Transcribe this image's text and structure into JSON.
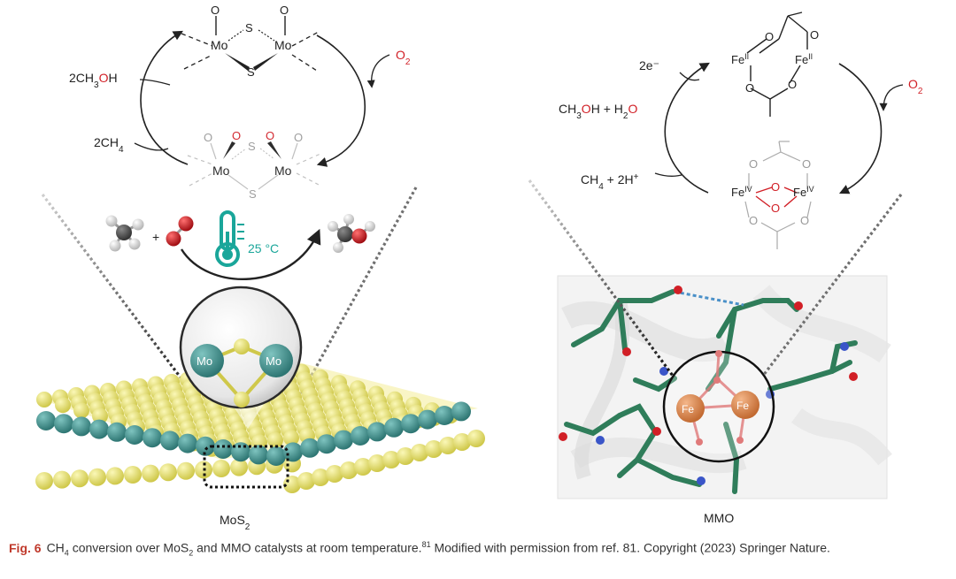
{
  "mos2_panel": {
    "left_top_product": "2CH3OH",
    "left_reactant": "2CH4",
    "oxidant": "O2",
    "mo_label": "Mo",
    "s_label": "S",
    "o_label": "O",
    "temperature": "25 °C",
    "catalyst_label": "MoS2",
    "catalyst_label_sub": "2"
  },
  "mmo_panel": {
    "electrons": "2e⁻",
    "product": "CH3OH + H2O",
    "reactant": "CH4 + 2H+",
    "oxidant": "O2",
    "fe_ii": "Fe",
    "fe_ii_sup": "II",
    "fe_iv": "Fe",
    "fe_iv_sup": "IV",
    "fe_active": "Fe",
    "enzyme_label": "MMO"
  },
  "caption": {
    "fig_number": "Fig. 6",
    "text_part1": "CH",
    "text_sub": "4",
    "text_part2": " conversion over MoS",
    "text_sub2": "2",
    "text_part3": " and MMO catalysts at room temperature.",
    "ref_sup": "81",
    "text_part4": " Modified with permission from ref. 81. Copyright (2023) Springer Nature."
  },
  "colors": {
    "sulfur": "#e3dd62",
    "molybdenum": "#3f8f8c",
    "oxygen": "#d11f26",
    "iron": "#e08a4e",
    "carbon": "#555555",
    "thermometer": "#1aa69a"
  }
}
